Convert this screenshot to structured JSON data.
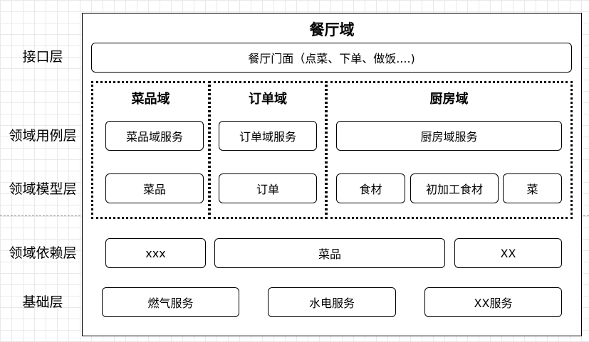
{
  "title": "餐厅域",
  "layers": {
    "interface": "接口层",
    "use_case": "领域用例层",
    "model": "领域模型层",
    "dependency": "领域依赖层",
    "infrastructure": "基础层"
  },
  "facade": "餐厅门面（点菜、下单、做饭....)",
  "domains": {
    "dish": {
      "title": "菜品域",
      "service": "菜品域服务",
      "models": [
        "菜品"
      ]
    },
    "order": {
      "title": "订单域",
      "service": "订单域服务",
      "models": [
        "订单"
      ]
    },
    "kitchen": {
      "title": "厨房域",
      "service": "厨房域服务",
      "models": [
        "食材",
        "初加工食材",
        "菜"
      ]
    }
  },
  "dependencies": [
    "xxx",
    "菜品",
    "XX"
  ],
  "infrastructure": [
    "燃气服务",
    "水电服务",
    "XX服务"
  ]
}
